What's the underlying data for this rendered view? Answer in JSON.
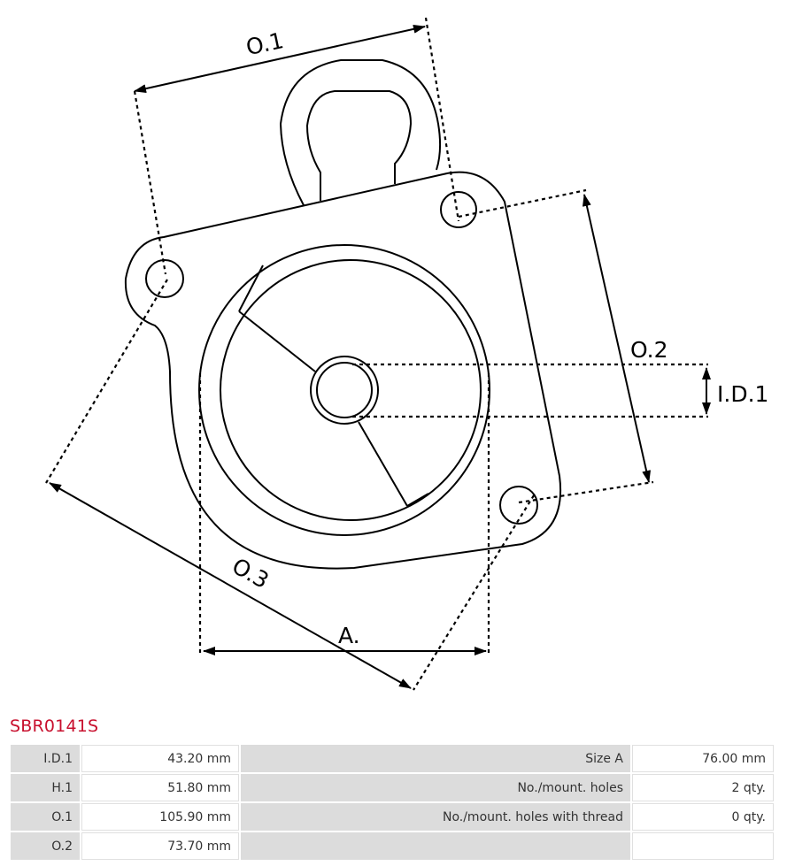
{
  "drawing": {
    "labels": {
      "o1": "O.1",
      "o2": "O.2",
      "o3": "O.3",
      "id1": "I.D.1",
      "a": "A."
    }
  },
  "part_code": "SBR0141S",
  "specs": {
    "rows": [
      {
        "key1": "I.D.1",
        "val1": "43.20   mm",
        "key2": "Size A",
        "val2": "76.00 mm"
      },
      {
        "key1": "H.1",
        "val1": "51.80   mm",
        "key2": "No./mount. holes",
        "val2": "2 qty."
      },
      {
        "key1": "O.1",
        "val1": "105.90   mm",
        "key2": "No./mount. holes with thread",
        "val2": "0 qty."
      },
      {
        "key1": "O.2",
        "val1": "73.70 mm",
        "key2": "",
        "val2": ""
      }
    ]
  }
}
